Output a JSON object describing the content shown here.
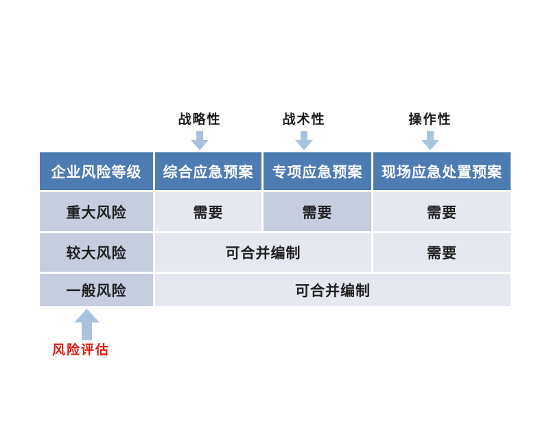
{
  "diagram": {
    "top_labels": [
      {
        "text": "战略性"
      },
      {
        "text": "战术性"
      },
      {
        "text": "操作性"
      }
    ],
    "table": {
      "headers": [
        "企业风险等级",
        "综合应急预案",
        "专项应急预案",
        "现场应急处置预案"
      ],
      "rows": [
        {
          "level": "重大风险",
          "col2": "需要",
          "col3": "需要",
          "col4": "需要"
        },
        {
          "level": "较大风险",
          "col2_3": "可合并编制",
          "col4": "需要"
        },
        {
          "level": "一般风险",
          "col2_4": "可合并编制"
        }
      ]
    },
    "bottom_label": "风险评估"
  },
  "icons": {
    "top_arrows": "down-arrow",
    "bottom_arrow": "up-arrow"
  },
  "colors": {
    "header_bg": "#4d7cb2",
    "header_text": "#ffffff",
    "level_cell_bg": "#c5cdde",
    "highlight_cell_bg": "#c5cdde",
    "value_cell_bg": "#e5e8ef",
    "cell_text": "#1f1f1f",
    "arrow_fill": "#a9c3de",
    "bottom_label_text": "#e3170d"
  }
}
